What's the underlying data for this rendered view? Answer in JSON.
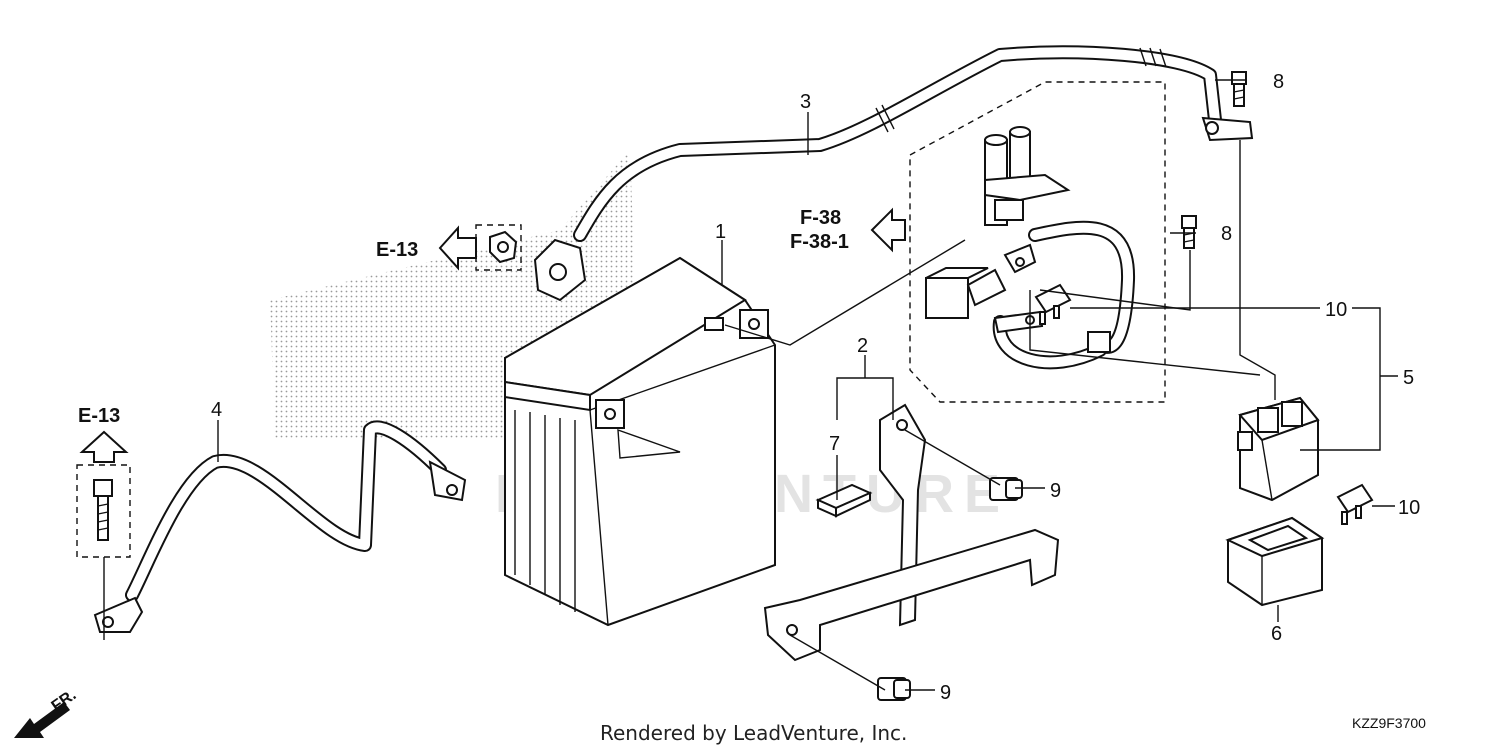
{
  "diagram": {
    "watermark": "LEADVENTURE",
    "footer": "Rendered by LeadVenture, Inc.",
    "diagram_code": "KZZ9F3700",
    "front_label": "FR.",
    "references": {
      "e13_left": "E-13",
      "e13_top": "E-13",
      "f38": "F-38",
      "f38_1": "F-38-1"
    },
    "callouts": {
      "c1": "1",
      "c2": "2",
      "c3": "3",
      "c4": "4",
      "c5": "5",
      "c6": "6",
      "c7": "7",
      "c8a": "8",
      "c8b": "8",
      "c9a": "9",
      "c9b": "9",
      "c10a": "10",
      "c10b": "10"
    }
  }
}
